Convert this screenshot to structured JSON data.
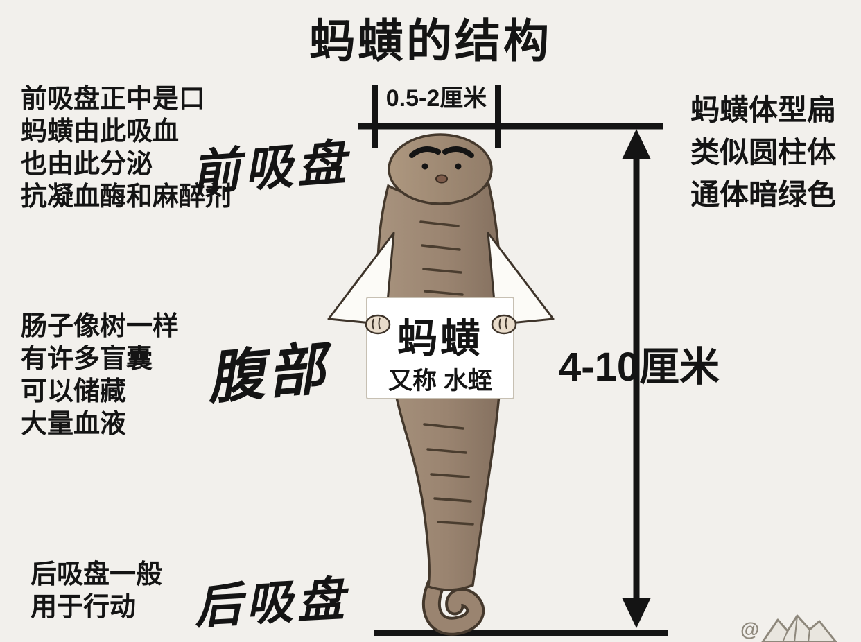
{
  "title": "蚂蟥的结构",
  "measurements": {
    "width_label": "0.5-2厘米",
    "length_label": "4-10厘米"
  },
  "notes": {
    "anterior": [
      "前吸盘正中是口",
      "蚂蟥由此吸血",
      "也由此分泌",
      "抗凝血酶和麻醉剂"
    ],
    "intestine": [
      "肠子像树一样",
      "有许多盲囊",
      "可以储藏",
      "大量血液"
    ],
    "body_shape": [
      "蚂蟥体型扁",
      "类似圆柱体",
      "通体暗绿色"
    ],
    "posterior": [
      "后吸盘一般",
      "用于行动"
    ]
  },
  "labels": {
    "anterior_sucker": "前吸盘",
    "abdomen": "腹部",
    "posterior_sucker": "后吸盘"
  },
  "sign": {
    "name": "蚂蟥",
    "subtitle": "又称 水蛭"
  },
  "watermark": "@",
  "colors": {
    "background": "#f2f0ec",
    "ink": "#141414",
    "leech_body": "#9a8470",
    "leech_outline": "#44382c",
    "sign_background": "#ffffff"
  }
}
